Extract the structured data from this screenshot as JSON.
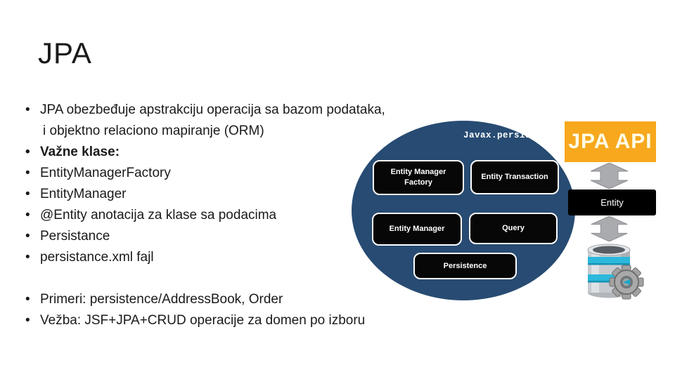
{
  "slide": {
    "title": "JPA",
    "bullets": [
      {
        "text": "JPA obezbeđuje apstrakciju operacija sa bazom podataka,"
      },
      {
        "text": "i objektno relaciono mapiranje (ORM)",
        "continuation": true
      },
      {
        "text": "Važne klase:",
        "bold": true
      },
      {
        "text": "EntityManagerFactory"
      },
      {
        "text": "EntityManager"
      },
      {
        "text": "@Entity anotacija za klase sa podacima"
      },
      {
        "text": "Persistance"
      },
      {
        "text": "persistance.xml fajl"
      }
    ],
    "bullets2": [
      {
        "text": "Primeri: persistence/AddressBook, Order"
      },
      {
        "text": "Vežba: JSF+JPA+CRUD operacije za domen po izboru"
      }
    ]
  },
  "diagram": {
    "package_label": "Javax.persistence",
    "api_label": "JPA API",
    "boxes": {
      "entity_manager_factory": "Entity Manager Factory",
      "entity_transaction": "Entity Transaction",
      "entity_manager": "Entity Manager",
      "query": "Query",
      "persistence": "Persistence",
      "entity": "Entity"
    },
    "colors": {
      "ellipse": "#274b72",
      "class_box_bg": "#070707",
      "class_box_border": "#ffffff",
      "api_bg": "#f7a81d",
      "api_text": "#fffde6",
      "arrow_gray": "#a9abae",
      "db_teal": "#2bb8db"
    }
  }
}
